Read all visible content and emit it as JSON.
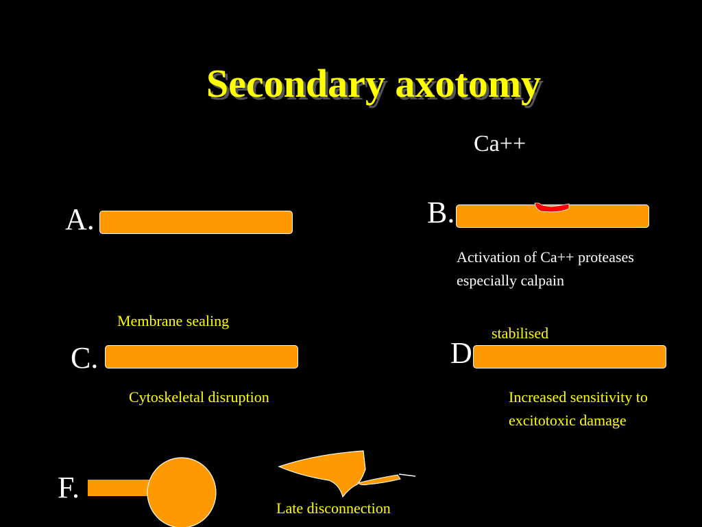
{
  "title": "Secondary axotomy",
  "calcium_label": "Ca++",
  "panels": {
    "a": {
      "letter": "A."
    },
    "b": {
      "letter": "B.",
      "caption_line1": "Activation of Ca++ proteases",
      "caption_line2": "especially calpain"
    },
    "c": {
      "letter": "C.",
      "top_caption": "Membrane sealing",
      "caption": "Cytoskeletal disruption"
    },
    "d": {
      "letter": "D.",
      "top_caption": "stabilised",
      "caption_line1": "Increased sensitivity to",
      "caption_line2": "excitotoxic damage"
    },
    "f": {
      "letter": "F.",
      "caption": "Late disconnection"
    }
  },
  "colors": {
    "axon": "#ff9900",
    "calcium_influx": "#ff0000",
    "title": "#ffff00",
    "caption_yellow": "#ffff00",
    "caption_white": "#ffffff",
    "background": "#000000"
  }
}
